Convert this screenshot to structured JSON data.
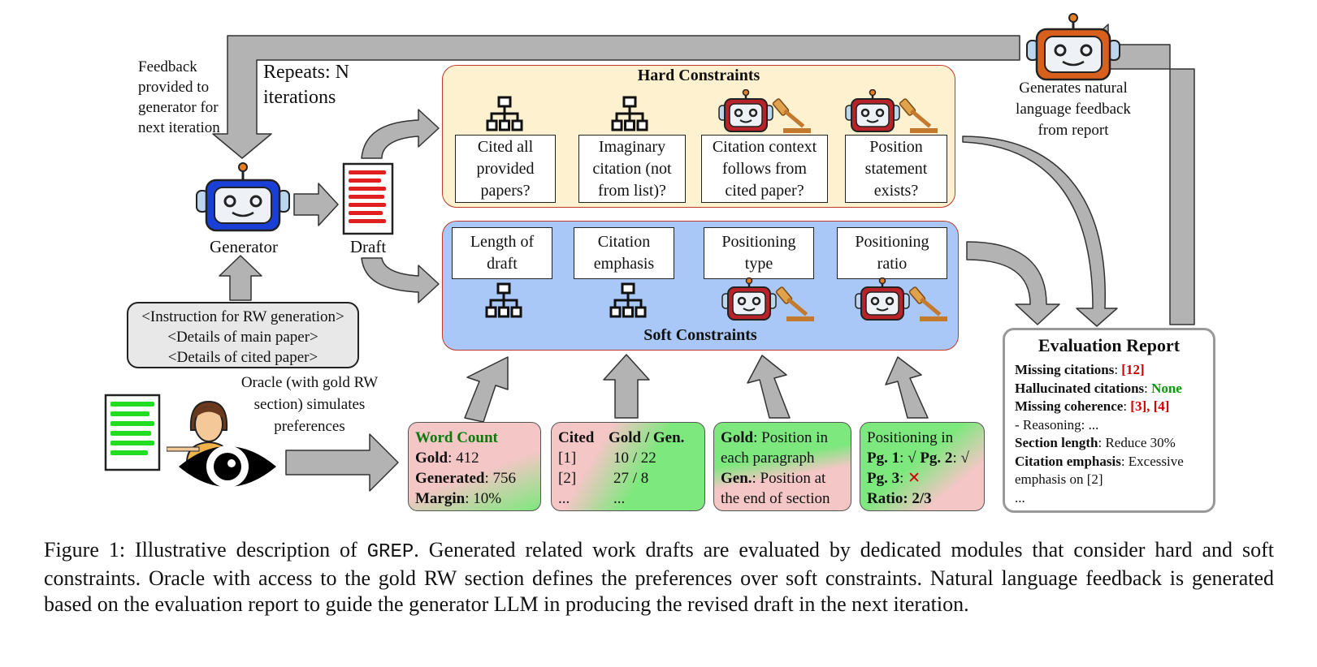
{
  "feedback_note": [
    "Feedback",
    "provided to",
    "generator for",
    "next iteration"
  ],
  "repeats": [
    "Repeats: N",
    "iterations"
  ],
  "generator_label": "Generator",
  "draft_label": "Draft",
  "instructions": [
    "<Instruction for RW generation>",
    "<Details of main paper>",
    "<Details of cited paper>"
  ],
  "oracle_text": [
    "Oracle (with gold RW",
    "section) simulates",
    "preferences"
  ],
  "feedback_generator_text": [
    "Generates natural",
    "language feedback",
    "from report"
  ],
  "hard_constraints": {
    "title": "Hard Constraints",
    "boxes": [
      {
        "lines": [
          "Cited all",
          "provided",
          "papers?"
        ],
        "icon": "hierarchy-icon"
      },
      {
        "lines": [
          "Imaginary",
          "citation (not",
          "from list)?"
        ],
        "icon": "hierarchy-icon"
      },
      {
        "lines": [
          "Citation context",
          "follows from",
          "cited paper?"
        ],
        "icon": "robot-judge-icon"
      },
      {
        "lines": [
          "Position",
          "statement",
          "exists?"
        ],
        "icon": "robot-judge-icon"
      }
    ]
  },
  "soft_constraints": {
    "title": "Soft Constraints",
    "boxes": [
      {
        "lines": [
          "Length of",
          "draft"
        ],
        "icon": "hierarchy-icon"
      },
      {
        "lines": [
          "Citation",
          "emphasis"
        ],
        "icon": "hierarchy-icon"
      },
      {
        "lines": [
          "Positioning",
          "type"
        ],
        "icon": "robot-judge-icon"
      },
      {
        "lines": [
          "Positioning",
          "ratio"
        ],
        "icon": "robot-judge-icon"
      }
    ]
  },
  "pref_cards": {
    "word_count": {
      "title": "Word Count",
      "gold_label": "Gold",
      "gold_value": ": 412",
      "gen_label": "Generated",
      "gen_value": ": 756",
      "margin_label": "Margin",
      "margin_value": ": 10%"
    },
    "citations": {
      "h1": "Cited",
      "h2": "Gold / Gen.",
      "rows": [
        [
          "[1]",
          "10 / 22"
        ],
        [
          "[2]",
          "27 / 8"
        ],
        [
          "...",
          "..."
        ]
      ]
    },
    "position": {
      "gold_label": "Gold",
      "gold_text": [
        ": Position in",
        "each paragraph"
      ],
      "gen_label": "Gen.",
      "gen_text": [
        ": Position at",
        "the end of  section"
      ]
    },
    "ratio": {
      "title": "Positioning in",
      "pg1": "Pg. 1",
      "pg1_mark": "√",
      "pg2": "Pg. 2",
      "pg2_mark": "√",
      "pg3": "Pg. 3",
      "pg3_mark": "✕",
      "ratio_label": "Ratio:",
      "ratio_value": "2/3"
    }
  },
  "report": {
    "title": "Evaluation Report",
    "missing_label": "Missing citations",
    "missing_value": "[12]",
    "halluc_label": "Hallucinated citations",
    "halluc_value": "None",
    "coherence_label": "Missing coherence",
    "coherence_value": "[3], [4]",
    "reasoning": " - Reasoning: ...",
    "length_label": "Section length",
    "length_value": ": Reduce 30%",
    "emphasis_label": "Citation emphasis",
    "emphasis_value": ": Excessive",
    "emphasis_value2": "emphasis on [2]",
    "ellipsis": "..."
  },
  "caption": {
    "part1": "Figure 1: Illustrative description of ",
    "mono": "GREP",
    "part2": ". Generated related work drafts are evaluated by dedicated modules that consider hard and soft constraints. Oracle with access to the gold RW section defines the preferences over soft constraints. Natural language feedback is generated based on the evaluation report to guide the generator LLM in producing the revised draft in the next iteration."
  },
  "colors": {
    "hard_bg": "#fdf1cf",
    "soft_bg": "#a9c8f7",
    "panel_border": "#c0392b",
    "arrow": "#b3b3b3",
    "generator_robot": "#1a3fd6",
    "judge_robot": "#b8232a",
    "feedback_robot": "#d9601c",
    "draft_lines": "#e02020",
    "oracle_lines": "#22dd22",
    "card_green": "#7de87d",
    "card_pink": "#f4c6c6"
  }
}
